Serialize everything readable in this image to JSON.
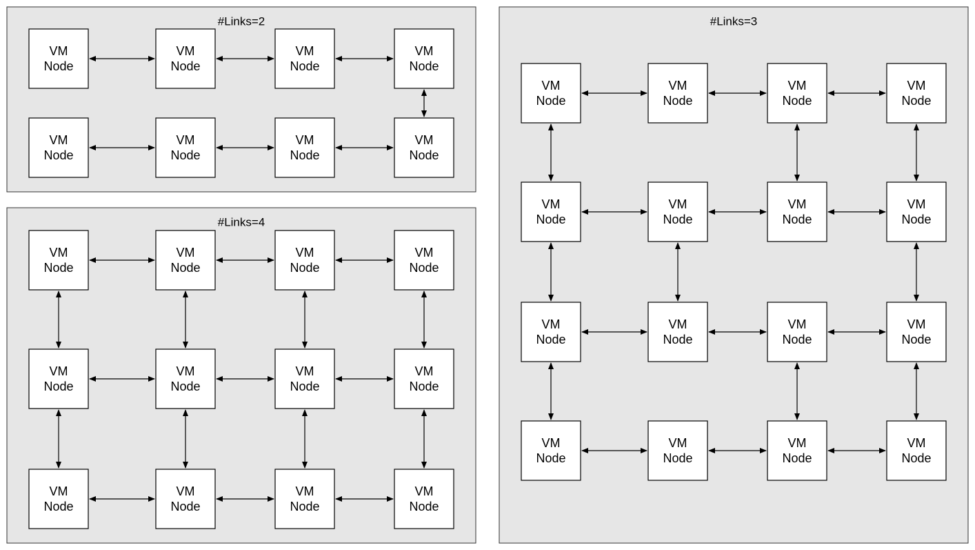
{
  "diagram": {
    "node_label_line1": "VM",
    "node_label_line2": "Node",
    "panels": [
      {
        "id": "links2",
        "title": "#Links=2",
        "rows": 2,
        "cols": 4,
        "h_links": [
          [
            0,
            0
          ],
          [
            0,
            1
          ],
          [
            0,
            2
          ],
          [
            1,
            0
          ],
          [
            1,
            1
          ],
          [
            1,
            2
          ]
        ],
        "v_links": [
          [
            0,
            3
          ]
        ]
      },
      {
        "id": "links4",
        "title": "#Links=4",
        "rows": 3,
        "cols": 4,
        "h_links": [
          [
            0,
            0
          ],
          [
            0,
            1
          ],
          [
            0,
            2
          ],
          [
            1,
            0
          ],
          [
            1,
            1
          ],
          [
            1,
            2
          ],
          [
            2,
            0
          ],
          [
            2,
            1
          ],
          [
            2,
            2
          ]
        ],
        "v_links": [
          [
            0,
            0
          ],
          [
            0,
            1
          ],
          [
            0,
            2
          ],
          [
            0,
            3
          ],
          [
            1,
            0
          ],
          [
            1,
            1
          ],
          [
            1,
            2
          ],
          [
            1,
            3
          ]
        ]
      },
      {
        "id": "links3",
        "title": "#Links=3",
        "rows": 4,
        "cols": 4,
        "h_links": [
          [
            0,
            0
          ],
          [
            0,
            1
          ],
          [
            0,
            2
          ],
          [
            1,
            0
          ],
          [
            1,
            1
          ],
          [
            1,
            2
          ],
          [
            2,
            0
          ],
          [
            2,
            1
          ],
          [
            2,
            2
          ],
          [
            3,
            0
          ],
          [
            3,
            1
          ],
          [
            3,
            2
          ]
        ],
        "v_links": [
          [
            0,
            0
          ],
          [
            0,
            2
          ],
          [
            0,
            3
          ],
          [
            1,
            0
          ],
          [
            1,
            1
          ],
          [
            1,
            3
          ],
          [
            2,
            0
          ],
          [
            2,
            2
          ],
          [
            2,
            3
          ]
        ]
      }
    ]
  }
}
